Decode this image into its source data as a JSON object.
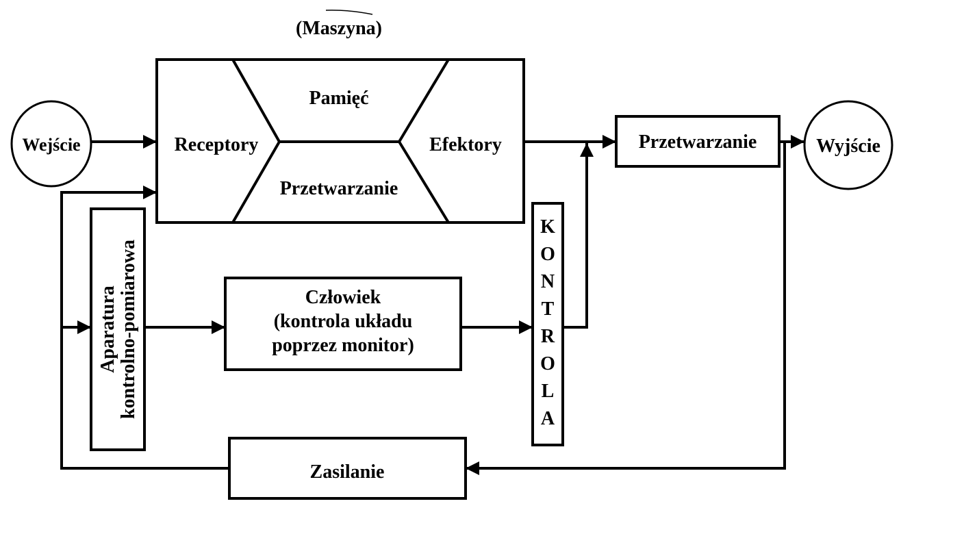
{
  "diagram": {
    "machine_label": "(Maszyna)",
    "machine": {
      "memory": "Pamięć",
      "receptors": "Receptory",
      "effectors": "Efektory",
      "processing": "Przetwarzanie"
    },
    "input": "Wejście",
    "output": "Wyjście",
    "processing_out": "Przetwarzanie",
    "apparatus": [
      "Aparatura",
      "kontrolno-pomiarowa"
    ],
    "human": [
      "Człowiek",
      "(kontrola układu",
      "poprzez monitor)"
    ],
    "control_letters": [
      "K",
      "O",
      "N",
      "T",
      "R",
      "O",
      "L",
      "A"
    ],
    "power": "Zasilanie"
  }
}
